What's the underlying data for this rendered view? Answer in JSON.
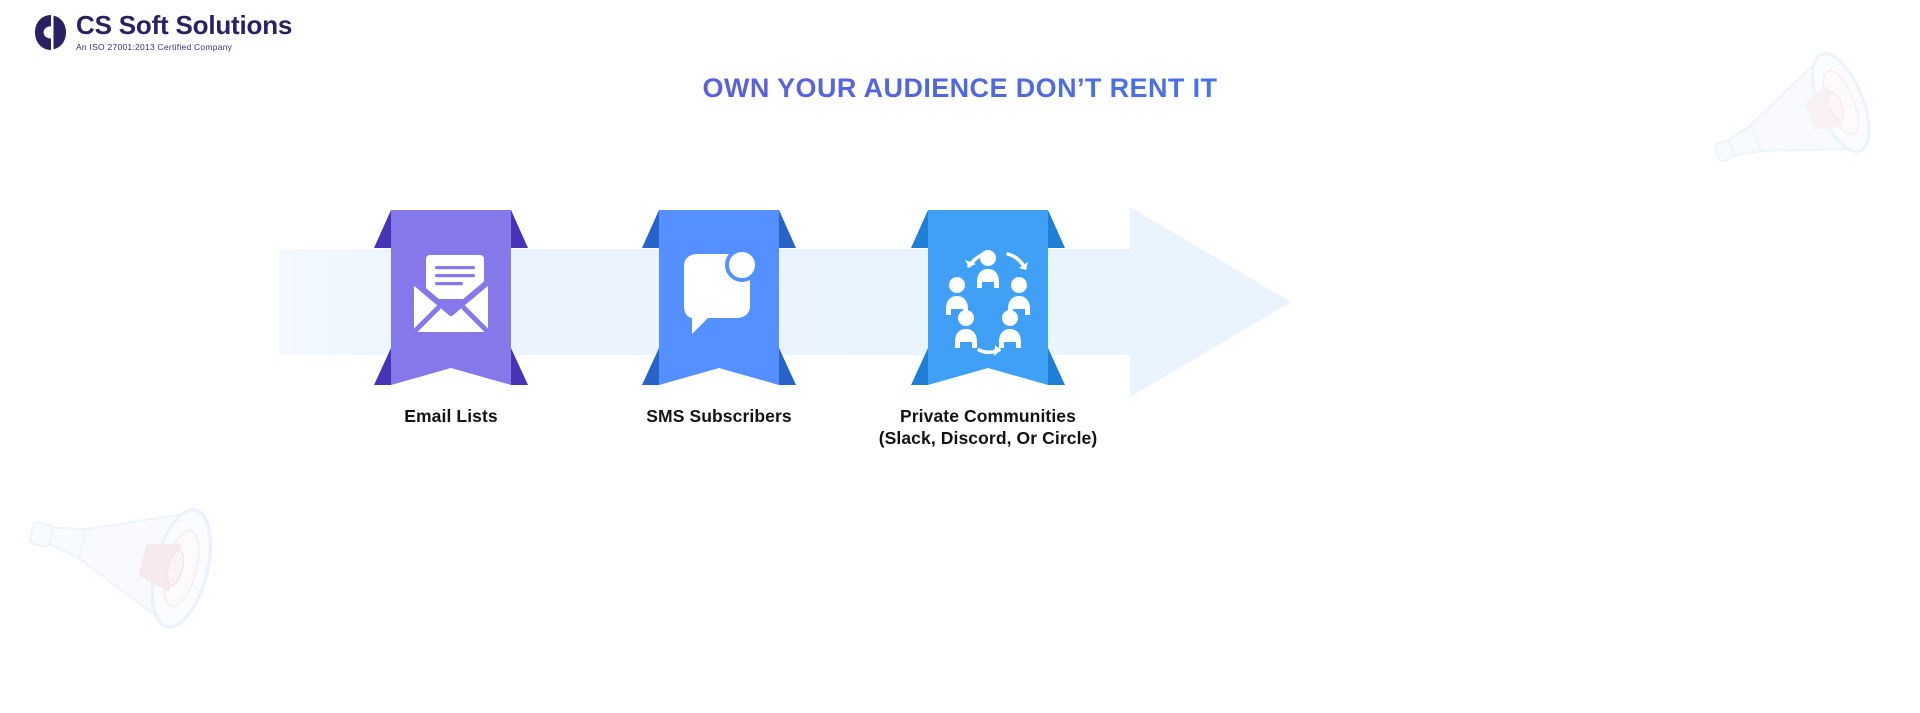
{
  "brand": {
    "logo_icon": "cs-soft-solutions-logo-mark",
    "name": "CS Soft Solutions",
    "tagline": "An ISO 27001:2013 Certified Company",
    "logo_color": "#2a2164"
  },
  "heading": {
    "text": "OWN YOUR AUDIENCE DON’T RENT IT",
    "gradient_from": "#7a45d0",
    "gradient_to": "#3a87f2"
  },
  "arrow": {
    "icon": "right-arrow-band",
    "fill": "#eaf3fe",
    "direction": "right"
  },
  "decorations": [
    {
      "icon": "megaphone-icon",
      "position": "top-right",
      "tint": "#eef4fd"
    },
    {
      "icon": "megaphone-icon",
      "position": "bottom-left",
      "tint": "#eef4fd"
    }
  ],
  "cards": [
    {
      "icon": "envelope-icon",
      "label_line1": "Email Lists",
      "label_line2": "",
      "body_color": "#8678ea",
      "fold_color": "#4733b5"
    },
    {
      "icon": "chat-bubble-icon",
      "label_line1": "SMS Subscribers",
      "label_line2": "",
      "body_color": "#5490ff",
      "fold_color": "#2764c8"
    },
    {
      "icon": "community-icon",
      "label_line1": "Private Communities",
      "label_line2": "(Slack, Discord, Or Circle)",
      "body_color": "#3fa0f5",
      "fold_color": "#1f7fd4"
    }
  ]
}
